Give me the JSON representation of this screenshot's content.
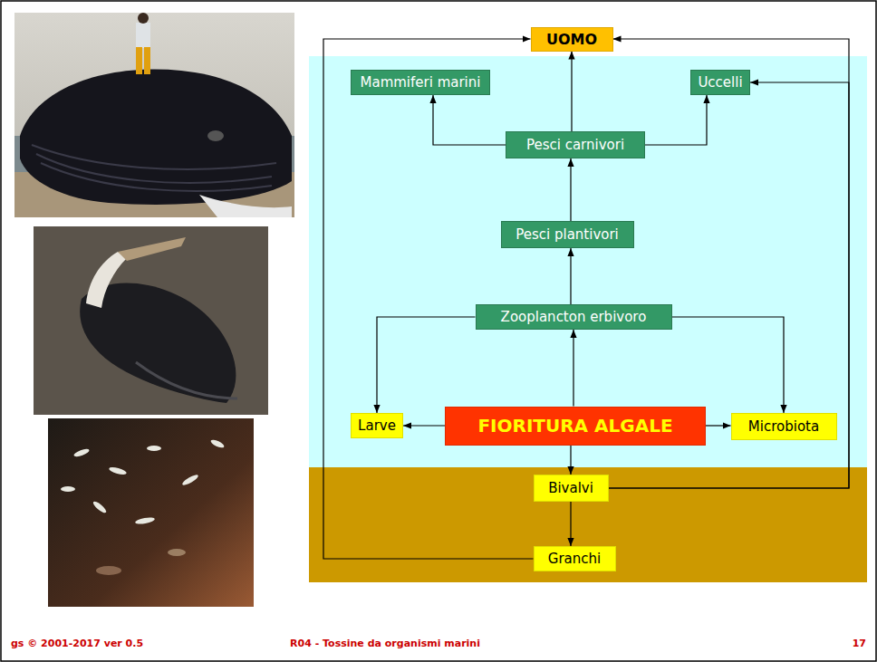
{
  "diagram": {
    "nodes": [
      {
        "text": [
          "UOMO"
        ]
      },
      {
        "text": [
          "Mammiferi marini"
        ]
      },
      {
        "text": [
          "Uccelli"
        ]
      },
      {
        "text": [
          "Pesci carnivori"
        ]
      },
      {
        "text": [
          "Pesci plantivori"
        ]
      },
      {
        "text": [
          "Zooplancton erbivoro"
        ]
      },
      {
        "text": [
          "Larve"
        ]
      },
      {
        "text": [
          "FIORITURA ALGALE"
        ]
      },
      {
        "text": [
          "Microbiota"
        ]
      },
      {
        "text": [
          "Bivalvi"
        ]
      },
      {
        "text": [
          "Granchi"
        ]
      }
    ],
    "edges": [
      {
        "from": 7,
        "to": 5,
        "arrow": "to"
      },
      {
        "from": 7,
        "to": 6,
        "arrow": "to"
      },
      {
        "from": 7,
        "to": 8,
        "arrow": "to"
      },
      {
        "from": 7,
        "to": 9,
        "arrow": "to"
      },
      {
        "from": 5,
        "to": 4,
        "arrow": "to"
      },
      {
        "from": 5,
        "to": 6,
        "arrow": "to"
      },
      {
        "from": 5,
        "to": 8,
        "arrow": "to"
      },
      {
        "from": 4,
        "to": 3,
        "arrow": "to"
      },
      {
        "from": 3,
        "to": 0,
        "arrow": "to"
      },
      {
        "from": 3,
        "to": 1,
        "arrow": "to"
      },
      {
        "from": 3,
        "to": 2,
        "arrow": "to"
      },
      {
        "from": 9,
        "to": 10,
        "arrow": "to"
      },
      {
        "from": 9,
        "to": 0,
        "arrow": "to"
      },
      {
        "from": 9,
        "to": 2,
        "arrow": "to"
      },
      {
        "from": 10,
        "to": 0,
        "arrow": "to"
      }
    ],
    "labels": [
      "gs © 2001-2017 ver 0.5",
      "R04 - Tossine da organismi marini",
      "17"
    ]
  }
}
